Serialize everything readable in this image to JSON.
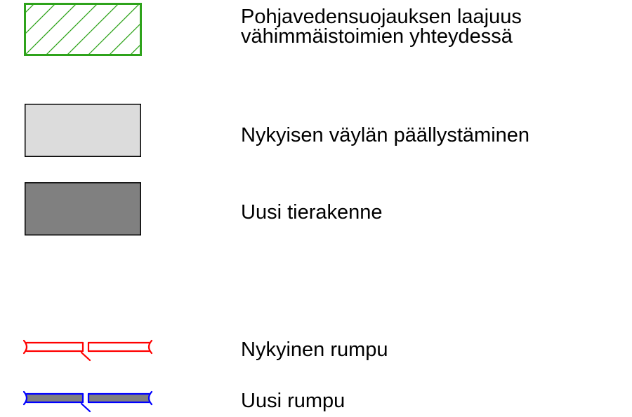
{
  "legend": {
    "items": [
      {
        "id": "groundwater-protection",
        "symbol": "green-hatched-rectangle-icon",
        "label": "Pohjavedensuojauksen laajuus\nvähimmäistoimien yhteydessä",
        "color": "#2ea31b"
      },
      {
        "id": "existing-road-paving",
        "symbol": "light-gray-rectangle-icon",
        "label": "Nykyisen väylän päällystäminen",
        "color": "#dcdcdc"
      },
      {
        "id": "new-road-structure",
        "symbol": "dark-gray-rectangle-icon",
        "label": "Uusi tierakenne",
        "color": "#808080"
      },
      {
        "id": "existing-culvert",
        "symbol": "red-culvert-icon",
        "label": "Nykyinen rumpu",
        "color": "#ff0000"
      },
      {
        "id": "new-culvert",
        "symbol": "blue-culvert-icon",
        "label": "Uusi rumpu",
        "color": "#0000ff"
      }
    ]
  }
}
